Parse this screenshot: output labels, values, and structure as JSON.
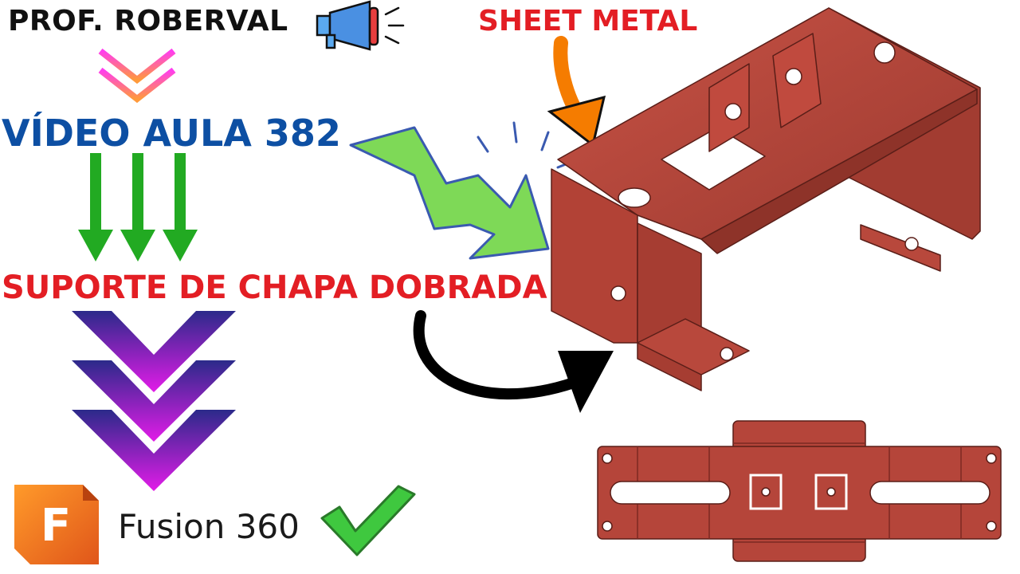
{
  "header": {
    "author": "PROF. ROBERVAL",
    "topic": "SHEET METAL"
  },
  "lesson": {
    "title": "VÍDEO AULA 382",
    "subtitle": "SUPORTE DE CHAPA DOBRADA"
  },
  "software": {
    "name": "Fusion 360",
    "logo_letter": "F"
  },
  "icons": [
    "megaphone-icon",
    "check-icon",
    "fusion-logo-icon"
  ],
  "colors": {
    "part": "#b5453a",
    "lesson_blue": "#0d4fa3",
    "red_text": "#e31e24",
    "green_arrow": "#22aa22",
    "orange": "#f57c00"
  }
}
